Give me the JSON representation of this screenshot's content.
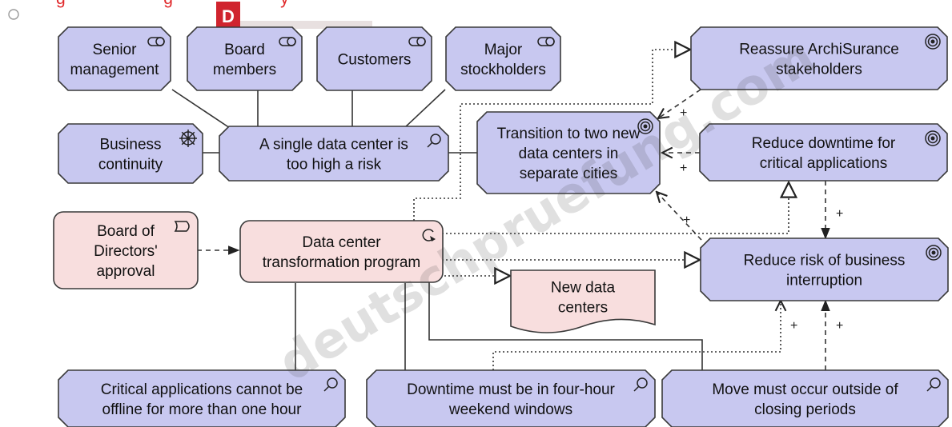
{
  "header": {
    "visible_text": "g                     g                       y"
  },
  "colors": {
    "motivation_fill": "#c8c8f0",
    "motivation_stroke": "#3a3a3a",
    "implementation_fill": "#f8dede",
    "edge": "#333333",
    "header_red": "#e0282a",
    "logo_red": "#d0242e"
  },
  "logo": {
    "letter": "D"
  },
  "watermark": {
    "text": "deutschpruefung.com"
  },
  "nodes": {
    "senior_management": {
      "lines": [
        "Senior",
        "management"
      ],
      "icon": "stakeholder-icon"
    },
    "board_members": {
      "lines": [
        "Board",
        "members"
      ],
      "icon": "stakeholder-icon"
    },
    "customers": {
      "lines": [
        "Customers"
      ],
      "icon": "stakeholder-icon"
    },
    "major_stockholders": {
      "lines": [
        "Major",
        "stockholders"
      ],
      "icon": "stakeholder-icon"
    },
    "business_continuity": {
      "lines": [
        "Business",
        "continuity"
      ],
      "icon": "driver-icon"
    },
    "single_data_center": {
      "lines": [
        "A single data center is",
        "too high a risk"
      ],
      "icon": "assessment-icon"
    },
    "reassure": {
      "lines": [
        "Reassure ArchiSurance",
        "stakeholders"
      ],
      "icon": "goal-icon"
    },
    "transition": {
      "lines": [
        "Transition to two new",
        "data centers in",
        "separate cities"
      ],
      "icon": "goal-icon"
    },
    "reduce_downtime": {
      "lines": [
        "Reduce downtime for",
        "critical applications"
      ],
      "icon": "goal-icon"
    },
    "board_approval": {
      "lines": [
        "Board of",
        "Directors'",
        "approval"
      ],
      "icon": "event-icon"
    },
    "program": {
      "lines": [
        "Data center",
        "transformation program"
      ],
      "icon": "work-package-icon"
    },
    "new_data_centers": {
      "lines": [
        "New data",
        "centers"
      ],
      "icon": "deliverable-icon"
    },
    "reduce_risk": {
      "lines": [
        "Reduce risk of business",
        "interruption"
      ],
      "icon": "goal-icon"
    },
    "critical_apps": {
      "lines": [
        "Critical applications cannot be",
        "offline for more than one hour"
      ],
      "icon": "assessment-icon"
    },
    "downtime_windows": {
      "lines": [
        "Downtime must be in four-hour",
        "weekend windows"
      ],
      "icon": "assessment-icon"
    },
    "move_outside": {
      "lines": [
        "Move must occur outside of",
        "closing periods"
      ],
      "icon": "assessment-icon"
    }
  },
  "influence_sign": "+"
}
